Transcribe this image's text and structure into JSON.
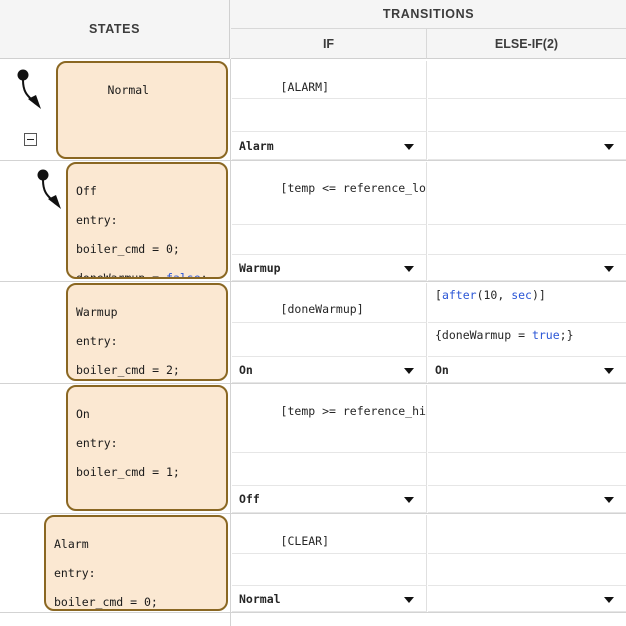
{
  "header": {
    "states_label": "STATES",
    "transitions_label": "TRANSITIONS",
    "if_label": "IF",
    "elseif_label": "ELSE-IF(2)"
  },
  "icons": {
    "collapse": "minus-box-icon",
    "default_transition": "default-transition-arrow",
    "dropdown": "chevron-down-icon"
  },
  "colors": {
    "state_fill": "#fbe8d2",
    "state_border": "#8a6722",
    "header_bg": "#f5f5f5",
    "keyword_blue": "#2b56d6",
    "grid_line": "#d3d3d3"
  },
  "rows": [
    {
      "state": {
        "name": "Normal",
        "lines": [
          {
            "text": "Normal"
          }
        ],
        "has_default_transition": true,
        "has_collapse_toggle": true
      },
      "if": {
        "condition": "[ALARM]",
        "action": "",
        "destination": "Alarm"
      },
      "elseif": {
        "condition": "",
        "action": "",
        "destination": ""
      }
    },
    {
      "state": {
        "name": "Off",
        "lines": [
          {
            "text": "Off"
          },
          {
            "text": "entry:"
          },
          {
            "text": "boiler_cmd = 0;"
          },
          {
            "text": "doneWarmup = "
          },
          {
            "text": "false",
            "style": "keyword"
          },
          {
            "text": ";"
          }
        ],
        "has_default_transition": true,
        "has_collapse_toggle": false
      },
      "if": {
        "condition": "[temp <= reference_low]",
        "action": "",
        "destination": "Warmup"
      },
      "elseif": {
        "condition": "",
        "action": "",
        "destination": ""
      }
    },
    {
      "state": {
        "name": "Warmup",
        "lines": [
          {
            "text": "Warmup"
          },
          {
            "text": "entry:"
          },
          {
            "text": "boiler_cmd = 2;"
          }
        ],
        "has_default_transition": false,
        "has_collapse_toggle": false
      },
      "if": {
        "condition": "[doneWarmup]",
        "action": "",
        "destination": "On"
      },
      "elseif": {
        "condition_prefix": "[",
        "condition_kw1": "after",
        "condition_mid": "(10, ",
        "condition_kw2": "sec",
        "condition_suffix": ")]",
        "action_prefix": "{doneWarmup = ",
        "action_kw": "true",
        "action_suffix": ";}",
        "destination": "On"
      }
    },
    {
      "state": {
        "name": "On",
        "lines": [
          {
            "text": "On"
          },
          {
            "text": "entry:"
          },
          {
            "text": "boiler_cmd = 1;"
          }
        ],
        "has_default_transition": false,
        "has_collapse_toggle": false
      },
      "if": {
        "condition": "[temp >= reference_high]",
        "action": "",
        "destination": "Off"
      },
      "elseif": {
        "condition": "",
        "action": "",
        "destination": ""
      }
    },
    {
      "state": {
        "name": "Alarm",
        "lines": [
          {
            "text": "Alarm"
          },
          {
            "text": "entry:"
          },
          {
            "text": "boiler_cmd = 0;"
          }
        ],
        "has_default_transition": false,
        "has_collapse_toggle": false
      },
      "if": {
        "condition": "[CLEAR]",
        "action": "",
        "destination": "Normal"
      },
      "elseif": {
        "condition": "",
        "action": "",
        "destination": ""
      }
    }
  ]
}
